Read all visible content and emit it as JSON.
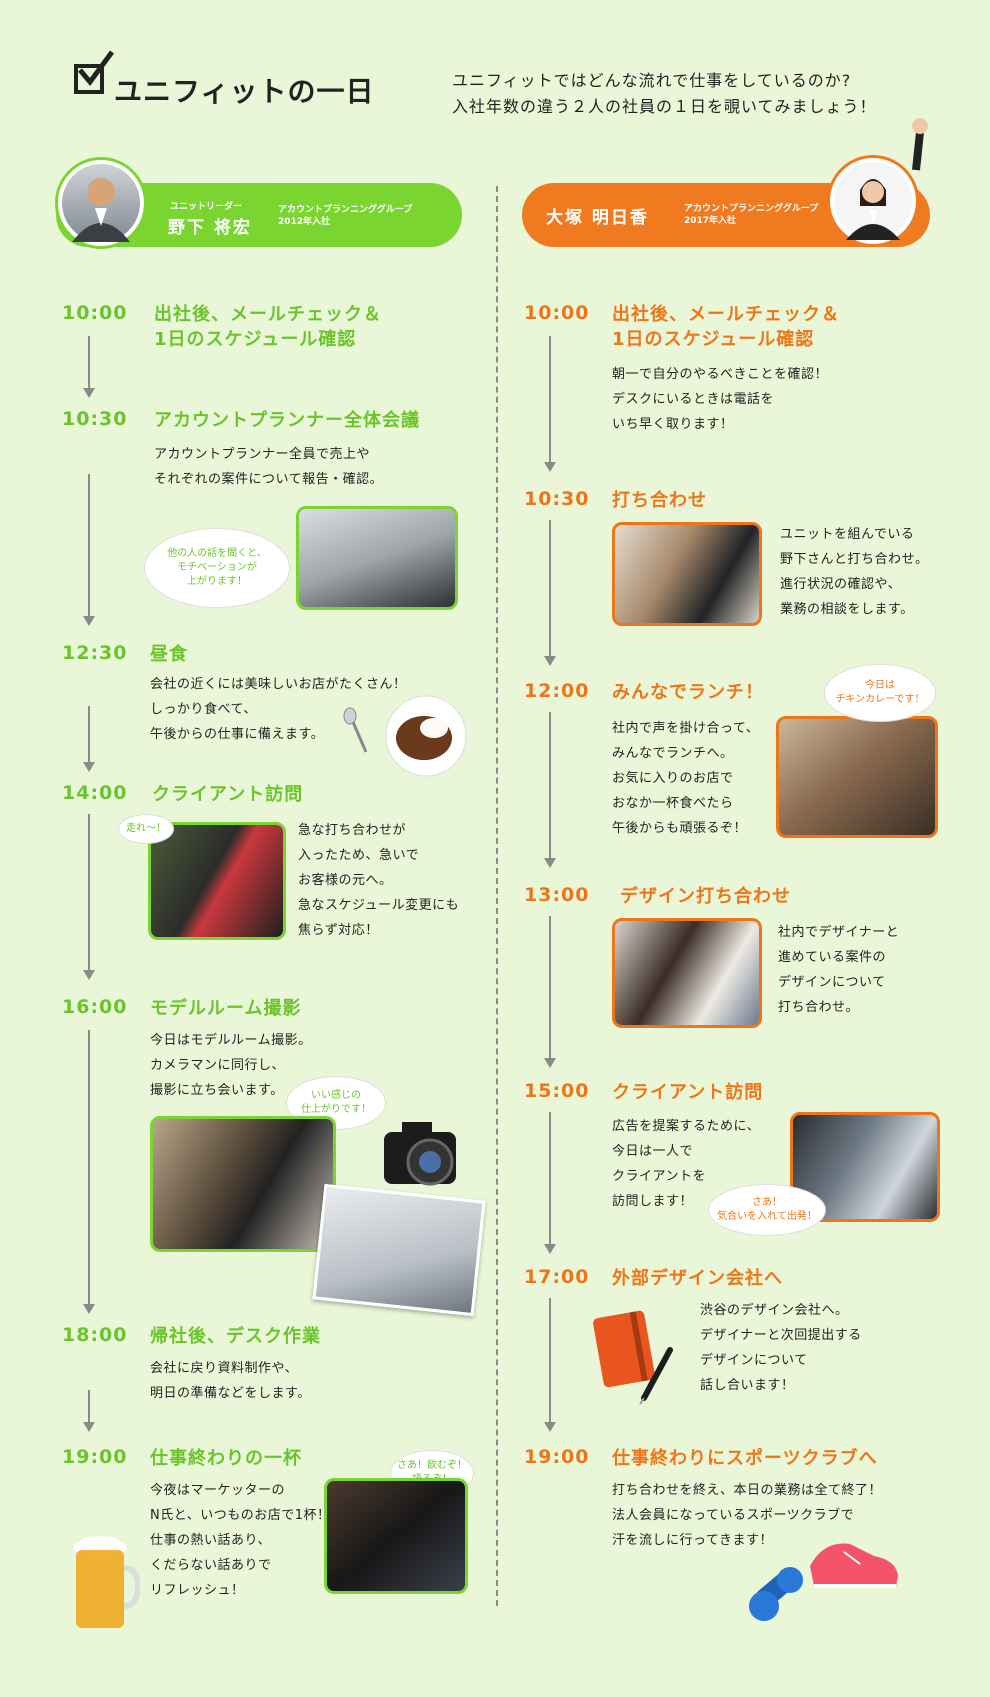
{
  "header": {
    "title": "ユニフィットの一日",
    "intro_line1": "ユニフィットではどんな流れで仕事をしているのか?",
    "intro_line2": "入社年数の違う２人の社員の１日を覗いてみましょう！"
  },
  "left_person": {
    "role": "ユニットリーダー",
    "name": "野下 将宏",
    "dept": "アカウントプランニンググループ",
    "year": "2012年入社"
  },
  "right_person": {
    "name": "大塚 明日香",
    "dept": "アカウントプランニンググループ",
    "year": "2017年入社"
  },
  "left_schedule": [
    {
      "time": "10:00",
      "title": "出社後、メールチェック＆",
      "title2": "1日のスケジュール確認"
    },
    {
      "time": "10:30",
      "title": "アカウントプランナー全体会議",
      "desc": [
        "アカウントプランナー全員で売上や",
        "それぞれの案件について報告・確認。"
      ],
      "bubble": [
        "他の人の話を聞くと、",
        "モチベーションが",
        "上がります！"
      ]
    },
    {
      "time": "12:30",
      "title": "昼食",
      "desc": [
        "会社の近くには美味しいお店がたくさん！",
        "しっかり食べて、",
        "午後からの仕事に備えます。"
      ]
    },
    {
      "time": "14:00",
      "title": "クライアント訪問",
      "desc": [
        "急な打ち合わせが",
        "入ったため、急いで",
        "お客様の元へ。",
        "急なスケジュール変更にも",
        "焦らず対応！"
      ],
      "bubble": [
        "走れ〜！"
      ]
    },
    {
      "time": "16:00",
      "title": "モデルルーム撮影",
      "desc": [
        "今日はモデルルーム撮影。",
        "カメラマンに同行し、",
        "撮影に立ち会います。"
      ],
      "bubble": [
        "いい感じの",
        "仕上がりです！"
      ]
    },
    {
      "time": "18:00",
      "title": "帰社後、デスク作業",
      "desc": [
        "会社に戻り資料制作や、",
        "明日の準備などをします。"
      ]
    },
    {
      "time": "19:00",
      "title": "仕事終わりの一杯",
      "desc": [
        "今夜はマーケッターの",
        "N氏と、いつものお店で1杯！",
        "仕事の熱い話あり、",
        "くだらない話ありで",
        "リフレッシュ！"
      ],
      "bubble": [
        "さあ！飲むぞ！",
        "語るぞ！"
      ]
    }
  ],
  "right_schedule": [
    {
      "time": "10:00",
      "title": "出社後、メールチェック＆",
      "title2": "1日のスケジュール確認",
      "desc": [
        "朝一で自分のやるべきことを確認！",
        "デスクにいるときは電話を",
        "いち早く取ります！"
      ]
    },
    {
      "time": "10:30",
      "title": "打ち合わせ",
      "desc": [
        "ユニットを組んでいる",
        "野下さんと打ち合わせ。",
        "進行状況の確認や、",
        "業務の相談をします。"
      ]
    },
    {
      "time": "12:00",
      "title": "みんなでランチ！",
      "desc": [
        "社内で声を掛け合って、",
        "みんなでランチへ。",
        "お気に入りのお店で",
        "おなか一杯食べたら",
        "午後からも頑張るぞ！"
      ],
      "bubble": [
        "今日は",
        "チキンカレーです！"
      ]
    },
    {
      "time": "13:00",
      "title": "デザイン打ち合わせ",
      "desc": [
        "社内でデザイナーと",
        "進めている案件の",
        "デザインについて",
        "打ち合わせ。"
      ]
    },
    {
      "time": "15:00",
      "title": "クライアント訪問",
      "desc": [
        "広告を提案するために、",
        "今日は一人で",
        "クライアントを",
        "訪問します！"
      ],
      "bubble": [
        "さあ！",
        "気合いを入れて出発！"
      ]
    },
    {
      "time": "17:00",
      "title": "外部デザイン会社へ",
      "desc": [
        "渋谷のデザイン会社へ。",
        "デザイナーと次回提出する",
        "デザインについて",
        "話し合います！"
      ]
    },
    {
      "time": "19:00",
      "title": "仕事終わりにスポーツクラブへ",
      "desc": [
        "打ち合わせを終え、本日の業務は全て終了！",
        "法人会員になっているスポーツクラブで",
        "汗を流しに行ってきます！"
      ]
    }
  ],
  "colors": {
    "green": "#7ad531",
    "orange": "#f07a1f",
    "background": "#e9f7d8"
  },
  "icons": [
    "checkbox-icon",
    "spoon-icon",
    "camera-icon",
    "beer-icon",
    "notebook-icon",
    "pen-icon",
    "dumbbell-icon",
    "sneaker-icon"
  ]
}
